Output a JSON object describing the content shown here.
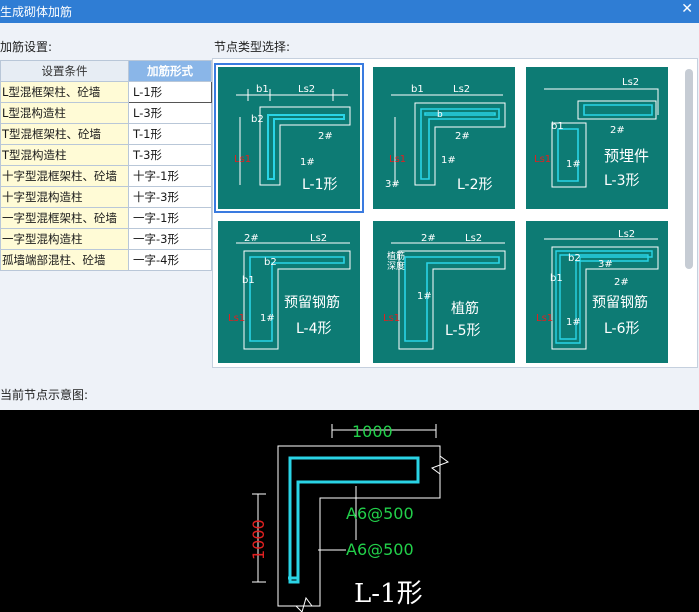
{
  "window": {
    "title": "生成砌体加筋",
    "close_glyph": "✕"
  },
  "settings": {
    "label": "加筋设置:",
    "col_condition": "设置条件",
    "col_form": "加筋形式",
    "rows": [
      {
        "condition": "L型混框架柱、砼墙",
        "form": "L-1形"
      },
      {
        "condition": "L型混构造柱",
        "form": "L-3形"
      },
      {
        "condition": "T型混框架柱、砼墙",
        "form": "T-1形"
      },
      {
        "condition": "T型混构造柱",
        "form": "T-3形"
      },
      {
        "condition": "十字型混框架柱、砼墙",
        "form": "十字-1形"
      },
      {
        "condition": "十字型混构造柱",
        "form": "十字-3形"
      },
      {
        "condition": "一字型混框架柱、砼墙",
        "form": "一字-1形"
      },
      {
        "condition": "一字型混构造柱",
        "form": "一字-3形"
      },
      {
        "condition": "孤墙端部混柱、砼墙",
        "form": "一字-4形"
      }
    ]
  },
  "node_types": {
    "label": "节点类型选择:",
    "items": [
      {
        "name": "L-1形",
        "sub": ""
      },
      {
        "name": "L-2形",
        "sub": ""
      },
      {
        "name": "L-3形",
        "sub": "预埋件"
      },
      {
        "name": "L-4形",
        "sub": "预留钢筋"
      },
      {
        "name": "L-5形",
        "sub": "植筋",
        "note1": "植筋",
        "note2": "深度"
      },
      {
        "name": "L-6形",
        "sub": "预留钢筋"
      }
    ],
    "marks": {
      "b1": "b1",
      "b2": "b2",
      "ls2": "Ls2",
      "ls1": "Ls1",
      "r1": "1#",
      "r2": "2#",
      "r3": "3#",
      "b": "b"
    }
  },
  "current": {
    "label": "当前节点示意图:",
    "dim_h": "1000",
    "dim_v": "1000",
    "rebar1": "A6@500",
    "rebar2": "A6@500",
    "shape": "L-1形"
  },
  "colors": {
    "title_bar": "#2f7dd4",
    "thumb_bg": "#0d7b74",
    "header_hl": "#8ab6e8",
    "cond_bg": "#fffbd6",
    "rebar": "#2ad4e6",
    "dim_green": "#22d04a",
    "dim_red": "#e02020"
  }
}
